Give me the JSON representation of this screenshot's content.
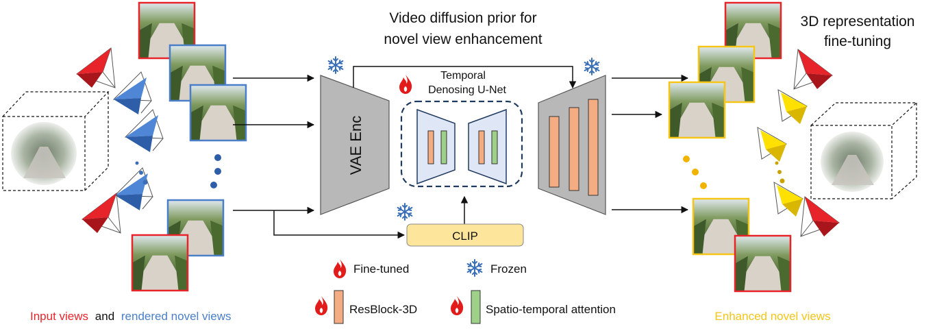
{
  "titles": {
    "center_line1": "Video diffusion prior for",
    "center_line2": "novel view enhancement",
    "right_line1": "3D representation",
    "right_line2": "fine-tuning"
  },
  "blocks": {
    "unet_line1": "Temporal",
    "unet_line2": "Denosing U-Net",
    "vae_enc": "VAE Enc",
    "clip": "CLIP"
  },
  "captions": {
    "input_views": "Input views",
    "and": "and",
    "rendered_novel_views": "rendered novel views",
    "enhanced_novel_views": "Enhanced novel views"
  },
  "legend": {
    "fine_tuned": "Fine-tuned",
    "frozen": "Frozen",
    "resblock": "ResBlock-3D",
    "attention": "Spatio-temporal attention"
  },
  "colors": {
    "input_red": "#e8242b",
    "rendered_blue": "#4a7fc8",
    "enhanced_yellow": "#f5c518",
    "clip_fill": "#fde69b",
    "resblock_fill": "#f4ad82",
    "attention_fill": "#9fd08a",
    "block_gray": "#b8b8b8",
    "unet_box": "#1f3a5f",
    "camera_red": "#e8242b",
    "camera_blue": "#4f86d6",
    "camera_yellow": "#ffe100"
  },
  "icons": {
    "fine_tuned": "flame-icon",
    "frozen": "snowflake-icon",
    "camera": "camera-frustum-icon",
    "scene": "scene-cube-icon"
  }
}
